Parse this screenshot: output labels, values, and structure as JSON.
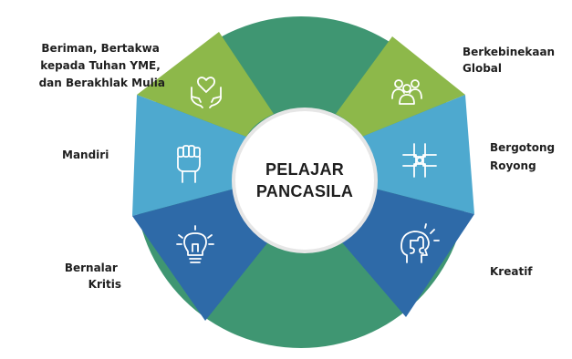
{
  "center": {
    "line1": "PELAJAR",
    "line2": "PANCASILA"
  },
  "dimensions": [
    {
      "id": "beriman",
      "lines": [
        "Beriman, Bertakwa",
        "kepada Tuhan YME,",
        "dan Berakhlak Mulia"
      ],
      "icon": "hands-heart-icon",
      "color": "#8db84a"
    },
    {
      "id": "berkebinekaan",
      "lines": [
        "Berkebinekaan",
        "Global"
      ],
      "icon": "people-group-icon",
      "color": "#8db84a"
    },
    {
      "id": "mandiri",
      "lines": [
        "Mandiri"
      ],
      "icon": "raised-fist-icon",
      "color": "#4ea9cf"
    },
    {
      "id": "gotong-royong",
      "lines": [
        "Bergotong",
        "Royong"
      ],
      "icon": "joined-hands-icon",
      "color": "#4ea9cf"
    },
    {
      "id": "bernalar-kritis",
      "lines": [
        "Bernalar",
        "Kritis"
      ],
      "icon": "lightbulb-icon",
      "color": "#2e6aa8"
    },
    {
      "id": "kreatif",
      "lines": [
        "Kreatif"
      ],
      "icon": "puzzle-head-icon",
      "color": "#2e6aa8"
    }
  ],
  "colors": {
    "ring": "#3f9672",
    "center_fill": "#ffffff",
    "center_border": "#e6e6e6"
  }
}
